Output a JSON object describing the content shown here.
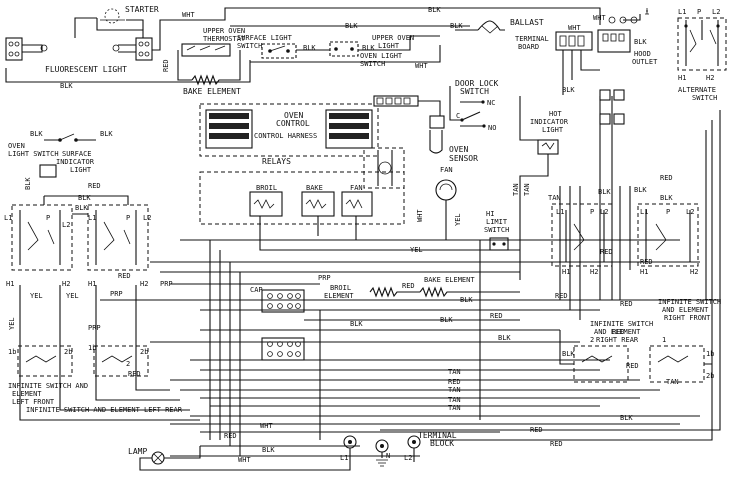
{
  "colors": {
    "ink": "#111111",
    "paper": "#ffffff"
  },
  "labels": {
    "starter": "STARTER",
    "fluorescent_light": "FLUORESCENT LIGHT",
    "upper_oven_thermostat_1": "UPPER OVEN",
    "upper_oven_thermostat_2": "THERMOSTAT",
    "bake_element_top": "BAKE ELEMENT",
    "surface_light_switch_1": "SURFACE LIGHT",
    "surface_light_switch_2": "SWITCH",
    "upper_oven_light_switch_1": "UPPER OVEN",
    "upper_oven_light_switch_2": "LIGHT",
    "oven_light_switch_top_1": "OVEN LIGHT",
    "oven_light_switch_top_2": "SWITCH",
    "ballast": "BALLAST",
    "terminal_board_1": "TERMINAL",
    "terminal_board_2": "BOARD",
    "hood_outlet_1": "HOOD",
    "hood_outlet_2": "OUTLET",
    "alternate_switch_1": "ALTERNATE",
    "alternate_switch_2": "SWITCH",
    "oven_control_1": "OVEN",
    "oven_control_2": "CONTROL",
    "control_harness": "CONTROL HARNESS",
    "relays": "RELAYS",
    "door_lock_switch_1": "DOOR LOCK",
    "door_lock_switch_2": "SWITCH",
    "oven_sensor_1": "OVEN",
    "oven_sensor_2": "SENSOR",
    "hot_indicator_light_1": "HOT",
    "hot_indicator_light_2": "INDICATOR",
    "hot_indicator_light_3": "LIGHT",
    "oven_light_switch_left_1": "OVEN",
    "oven_light_switch_left_2": "LIGHT SWITCH",
    "surface_indicator_light_1": "SURFACE",
    "surface_indicator_light_2": "INDICATOR",
    "surface_indicator_light_3": "LIGHT",
    "broil": "BROIL",
    "bake": "BAKE",
    "fan": "FAN",
    "fan_motor": "FAN",
    "hi_limit_switch_1": "HI",
    "hi_limit_switch_2": "LIMIT",
    "hi_limit_switch_3": "SWITCH",
    "broil_element_1": "BROIL",
    "broil_element_2": "ELEMENT",
    "bake_element_mid": "BAKE ELEMENT",
    "infinite_switch_left_front_1": "INFINITE SWITCH AND",
    "infinite_switch_left_front_2": "ELEMENT",
    "infinite_switch_left_front_3": "LEFT FRONT",
    "infinite_switch_left_rear": "INFINITE SWITCH AND ELEMENT LEFT REAR",
    "infinite_switch_right_front_1": "INFINITE SWITCH",
    "infinite_switch_right_front_2": "AND ELEMENT",
    "infinite_switch_right_front_3": "RIGHT FRONT",
    "infinite_switch_right_rear_1": "INFINITE SWITCH",
    "infinite_switch_right_rear_2": "AND ELEMENT",
    "infinite_switch_right_rear_3": "RIGHT REAR",
    "lamp": "LAMP",
    "terminal_block_1": "TERMINAL",
    "terminal_block_2": "BLOCK",
    "cap": "CAP",
    "term_l1": "L1",
    "term_l2": "L2",
    "term_n": "N"
  },
  "wire_colors": {
    "wht": "WHT",
    "blk": "BLK",
    "red": "RED",
    "yel": "YEL",
    "prp": "PRP",
    "tan": "TAN"
  },
  "switch_terminals": {
    "l1": "L1",
    "l2": "L2",
    "h1": "H1",
    "h2": "H2",
    "p": "P",
    "t1b": "1b",
    "t2b": "2b",
    "t1": "1",
    "t2": "2",
    "nc": "NC",
    "no": "NO",
    "c": "C"
  }
}
